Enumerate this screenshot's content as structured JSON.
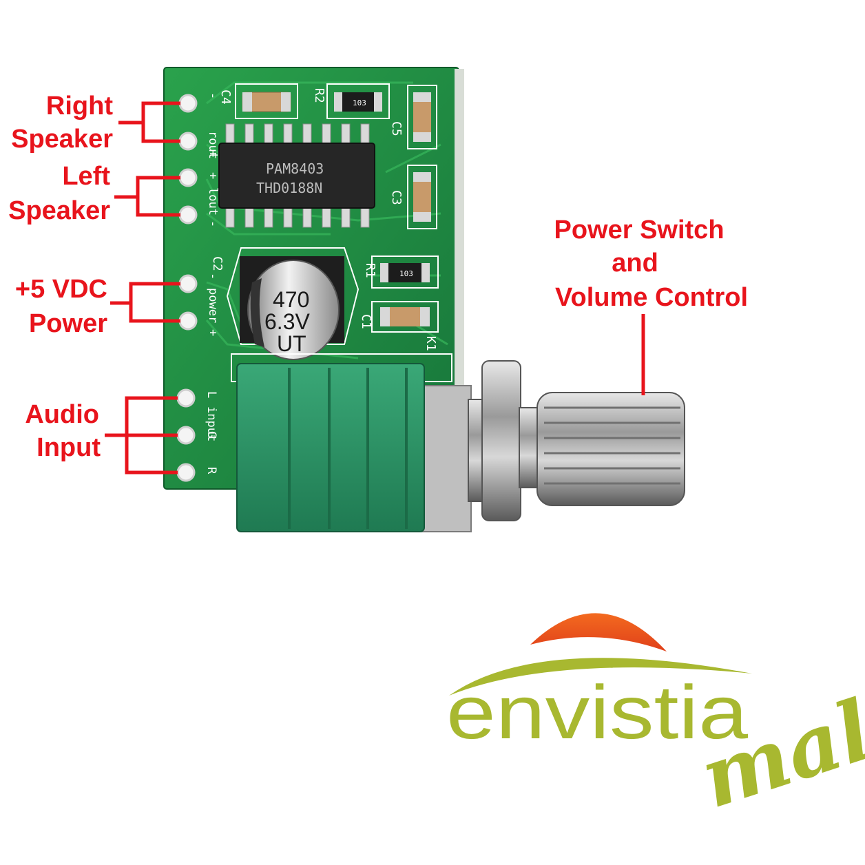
{
  "labels": {
    "right_speaker": [
      "Right",
      "Speaker"
    ],
    "left_speaker": [
      "Left",
      "Speaker"
    ],
    "power": [
      "+5 VDC",
      "Power"
    ],
    "audio_input": [
      "Audio",
      "Input"
    ],
    "power_switch": [
      "Power Switch",
      "and",
      "Volume Control"
    ]
  },
  "board": {
    "chip_line1": "PAM8403",
    "chip_line2": "THD0188N",
    "capacitor_lines": [
      "470",
      "6.3V",
      "UT"
    ],
    "silk_c4": "C4",
    "silk_r2": "R2",
    "silk_c5": "C5",
    "silk_c3": "C3",
    "silk_c2": "C2",
    "silk_r1": "R1",
    "silk_c1": "C1",
    "silk_k1": "K1",
    "resistor_code_top": "103",
    "resistor_code_mid": "103",
    "pin_rout": "rout",
    "pin_lout": "lout",
    "pin_power": "power",
    "pin_input": "input",
    "pin_minus_1": "-",
    "pin_plus_1": "+",
    "pin_plus_2": "+",
    "pin_minus_2": "-",
    "pin_minus_3": "-",
    "pin_plus_3": "+",
    "pin_L": "L",
    "pin_G": "G",
    "pin_R": "R"
  },
  "logo": {
    "main": "envistia",
    "sub": "mall"
  },
  "colors": {
    "callout": "#e8141c",
    "pcb": "#1f8a3c",
    "pot_body": "#2f9a6a",
    "logo_green": "#a8b830",
    "logo_sun": "#f05a1e"
  }
}
